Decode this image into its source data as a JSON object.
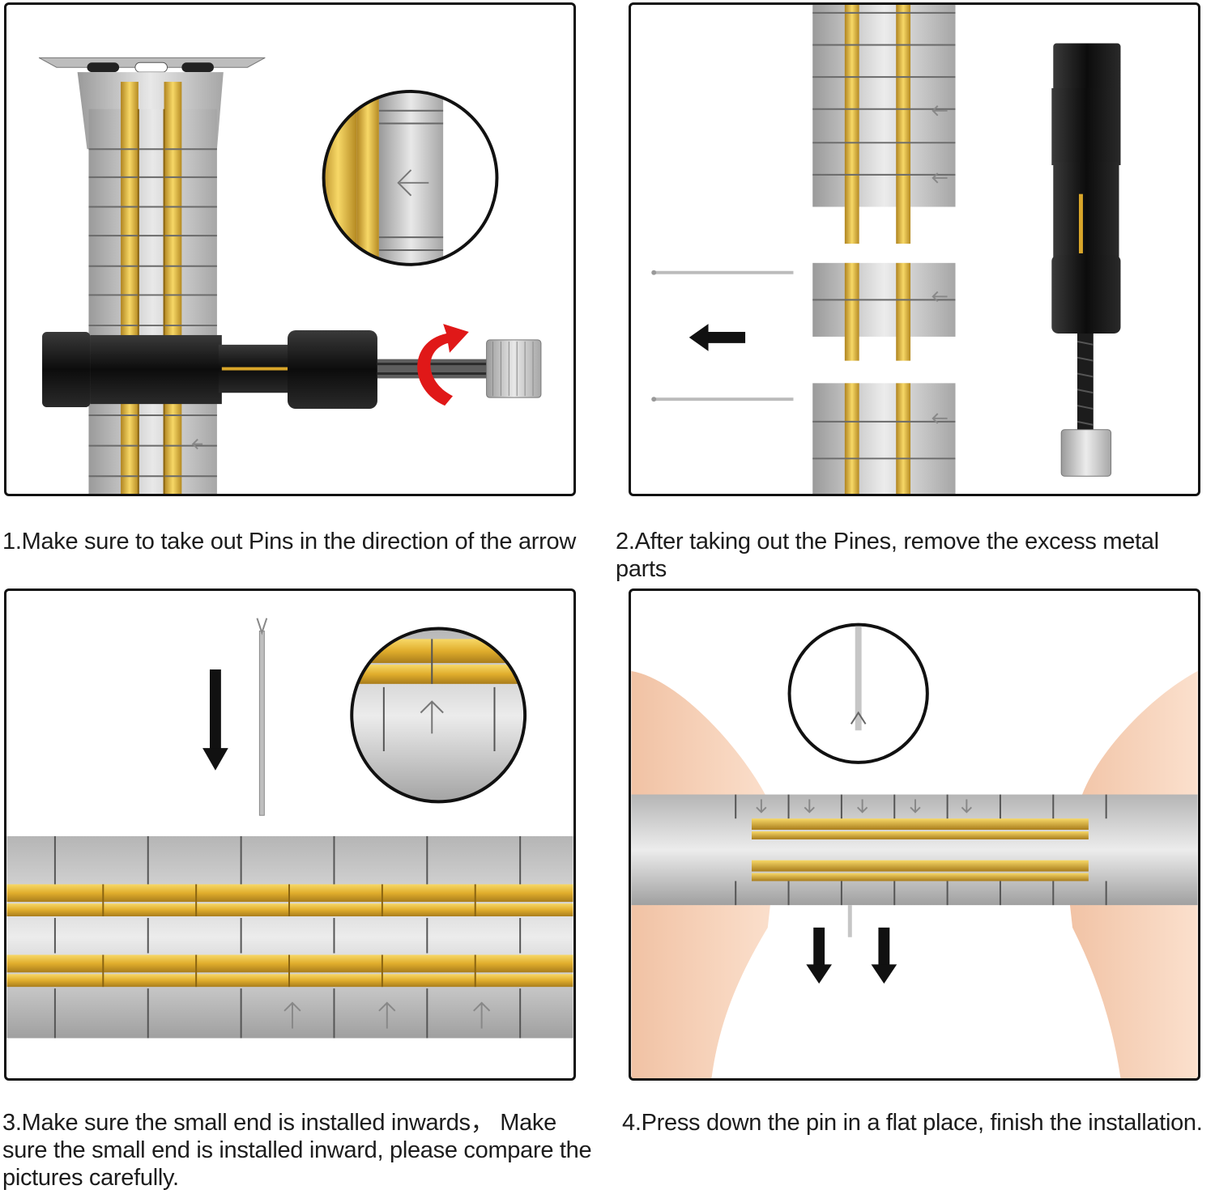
{
  "steps": [
    {
      "caption": "1.Make sure to take out Pins in the direction of the arrow"
    },
    {
      "caption": "2.After taking out the Pines, remove the excess metal parts"
    },
    {
      "caption": "3.Make sure the small end is installed inwards， Make sure the small end is installed inward, please compare the pictures carefully."
    },
    {
      "caption": "4.Press down the pin in a flat place, finish the installation."
    }
  ],
  "colors": {
    "silver": "#c9c9c9",
    "gold": "#e6b93a",
    "tool": "#111111",
    "arrow_red": "#e01818",
    "frame": "#111111"
  },
  "icons": [
    "arrow-left-icon",
    "arrow-up-icon",
    "arrow-down-icon",
    "curved-arrow-icon"
  ]
}
